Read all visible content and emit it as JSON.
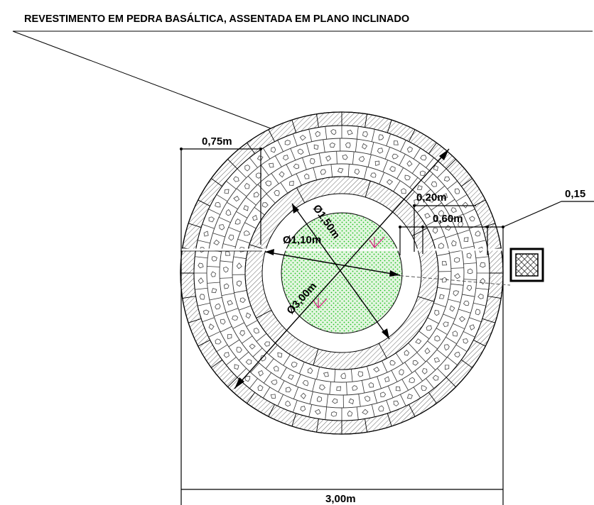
{
  "title": "REVESTIMENTO EM PEDRA BASÁLTICA, ASSENTADA EM PLANO INCLINADO",
  "dimensions": {
    "ring_width": "0,75m",
    "curb": "0,20m",
    "width_060": "0,60m",
    "right_015": "0,15",
    "diameter_150": "Ø1,50m",
    "diameter_110": "Ø1,10m",
    "diameter_300": "Ø3,00m",
    "overall_width": "3,00m"
  },
  "colors": {
    "ink": "#000000",
    "hatch": "#555555",
    "center_fill": "#dff5dd",
    "center_dots": "#22c022",
    "slope_marker": "#d0207a"
  },
  "icons": {
    "legend_symbol": "crosshatch-square-icon",
    "slope_arrow": "slope-arrow-icon"
  }
}
